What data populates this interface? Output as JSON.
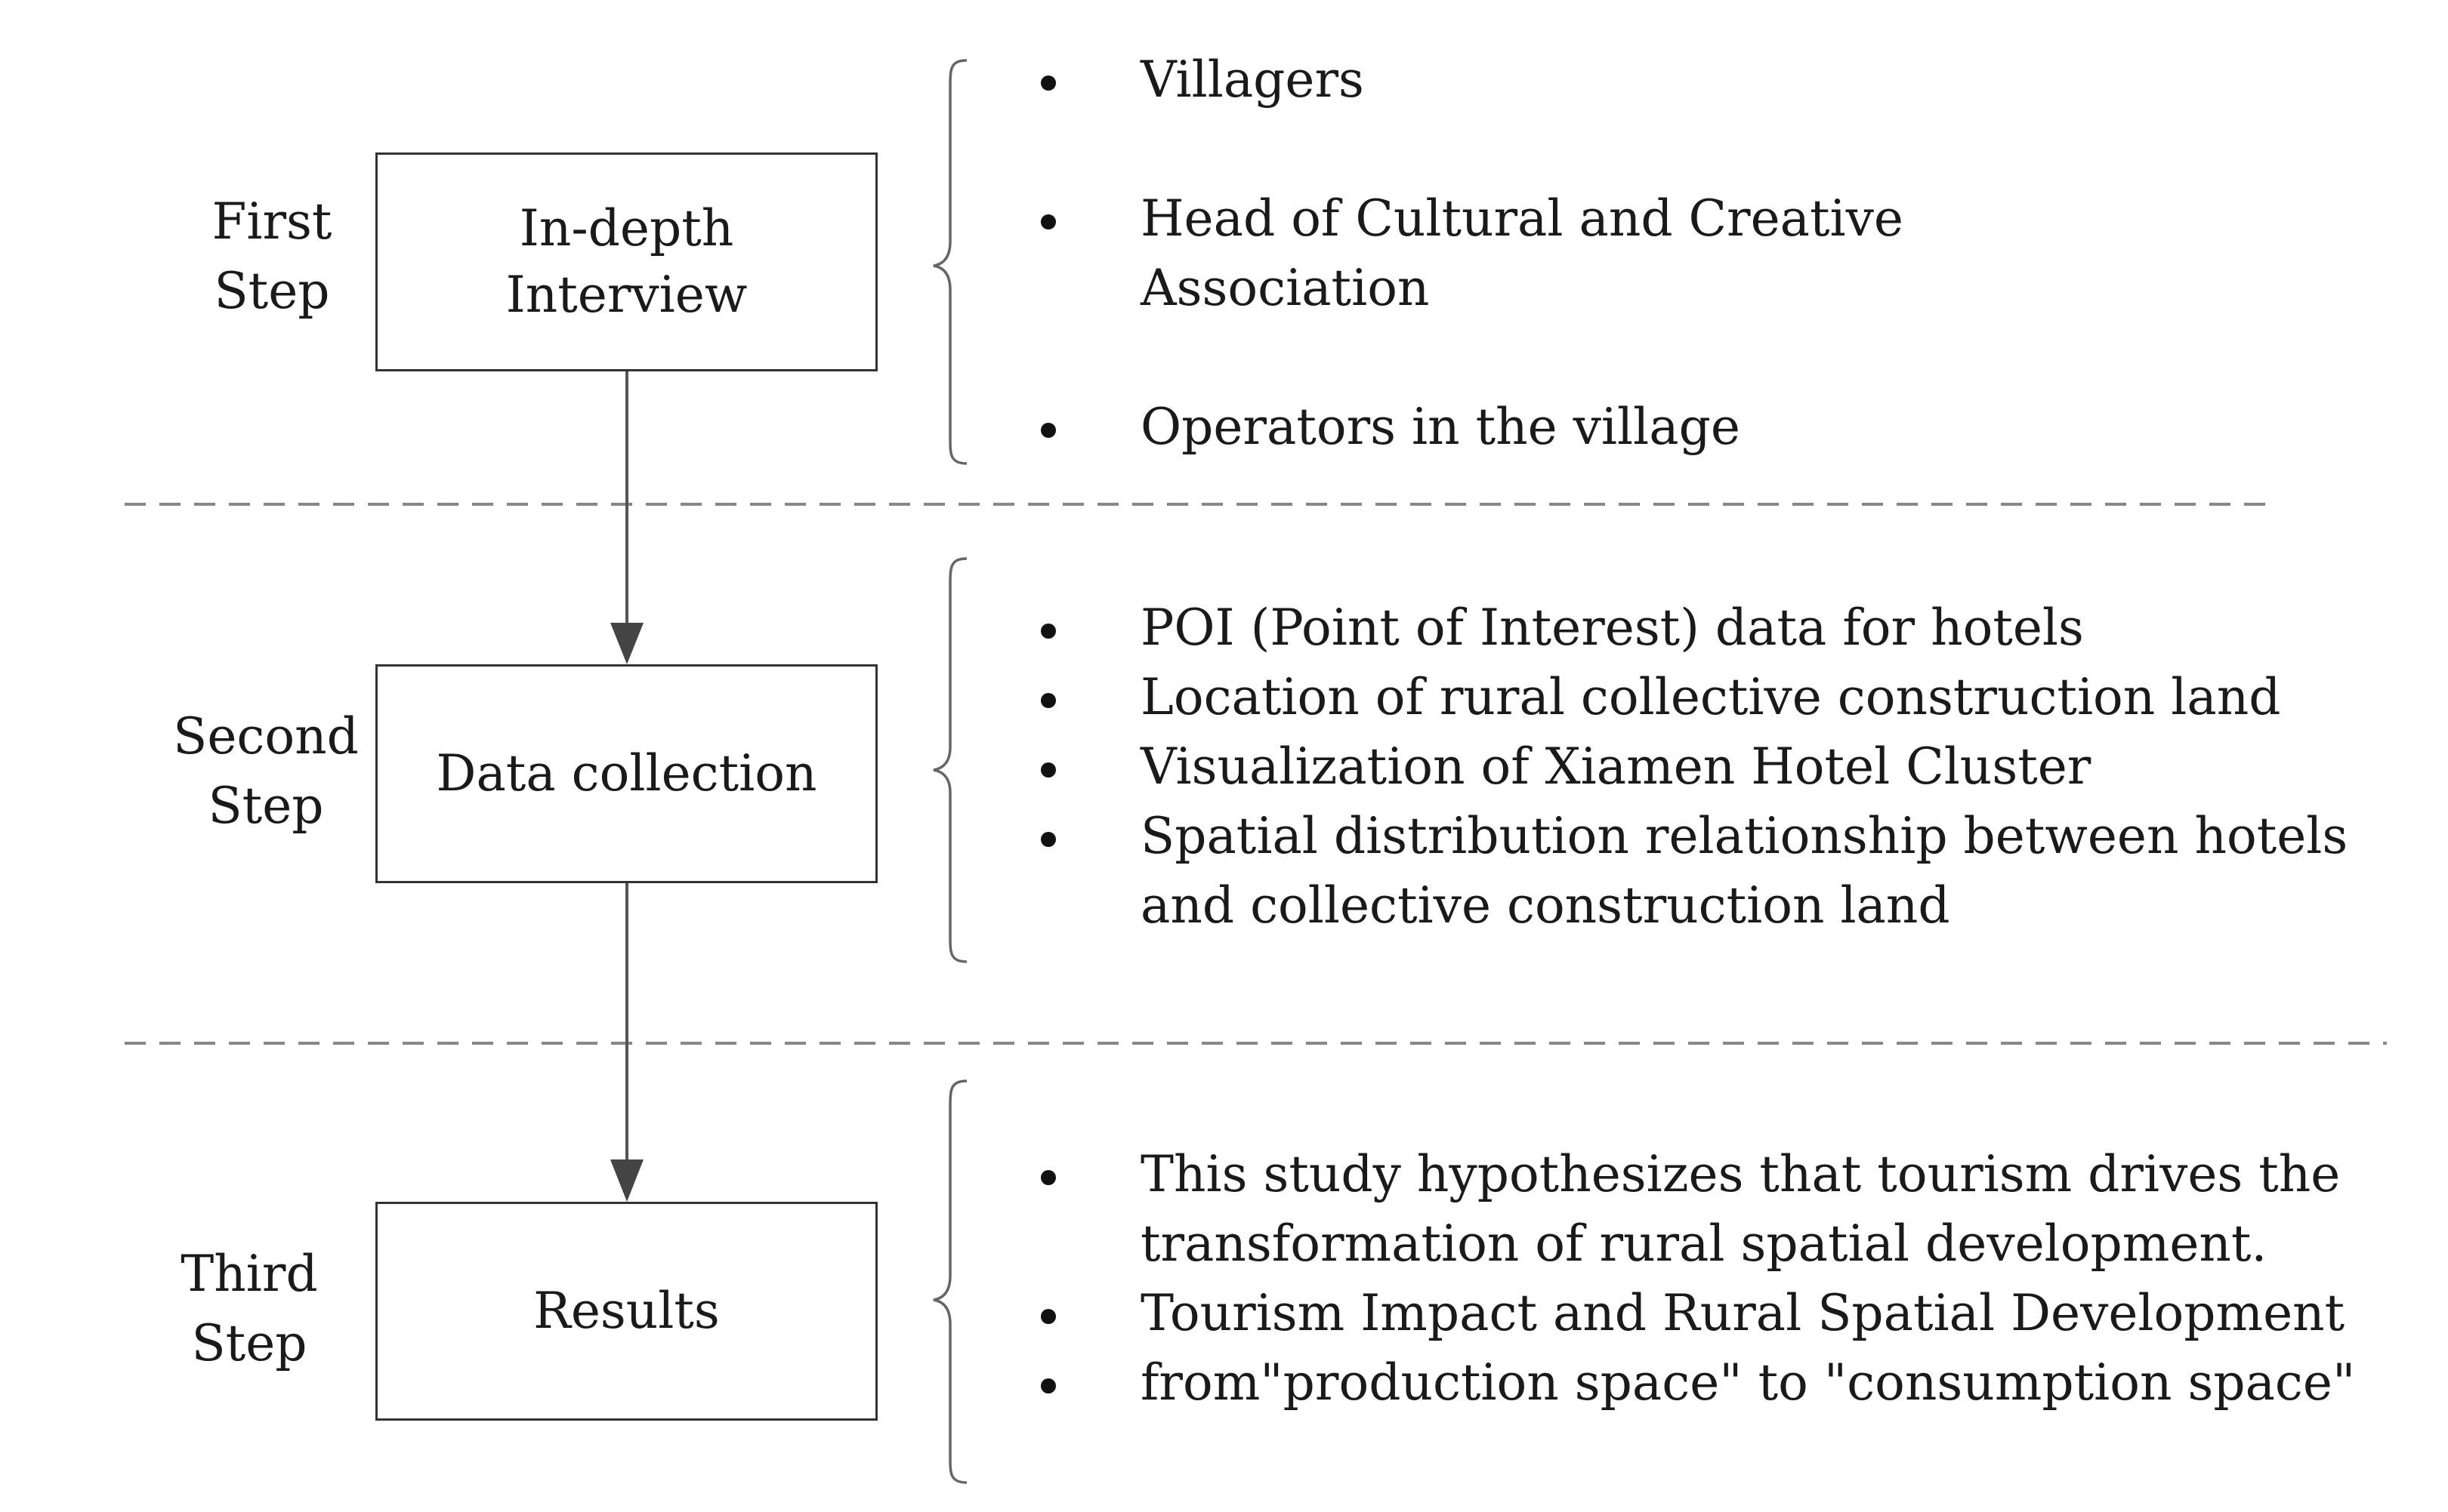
{
  "steps": [
    {
      "label": "First\nStep",
      "box": "In-depth\nInterview",
      "bullets": [
        "Villagers",
        "Head of Cultural and Creative Association",
        "Operators in the village"
      ]
    },
    {
      "label": "Second\nStep",
      "box": "Data collection",
      "bullets": [
        "POI (Point of Interest) data for hotels",
        "Location of rural collective construction land",
        "Visualization of Xiamen Hotel Cluster",
        "Spatial distribution relationship between hotels and collective construction land"
      ]
    },
    {
      "label": "Third\nStep",
      "box": "Results",
      "bullets": [
        "This study hypothesizes that tourism drives the transformation of rural spatial development.",
        "Tourism Impact and Rural Spatial Development",
        "from\"production space\" to  \"consumption space\""
      ]
    }
  ]
}
